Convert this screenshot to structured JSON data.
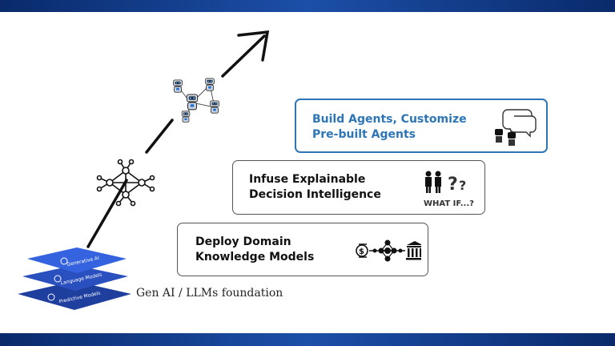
{
  "steps": {
    "build": {
      "text": "Build Agents, Customize\nPre-built Agents",
      "color": "#2e75b6"
    },
    "infuse": {
      "text": "Infuse Explainable\nDecision Intelligence",
      "whatif": "WHAT IF...?"
    },
    "deploy": {
      "text": "Deploy Domain\nKnowledge Models"
    }
  },
  "stack": {
    "layers": [
      "Generative AI",
      "Language Models",
      "Predictive Models"
    ],
    "caption": "Gen AI / LLMs foundation"
  },
  "icons": {
    "arrow": "trend-arrow-icon",
    "agents": "robot-network-icon",
    "network": "neural-network-icon",
    "chat": "chat-robots-icon",
    "people": "people-question-icon",
    "pipeline": "money-to-bank-pipeline-icon"
  },
  "colors": {
    "band": "#1c4fa8",
    "accent": "#2e75b6",
    "layer": "#2f57c8"
  }
}
